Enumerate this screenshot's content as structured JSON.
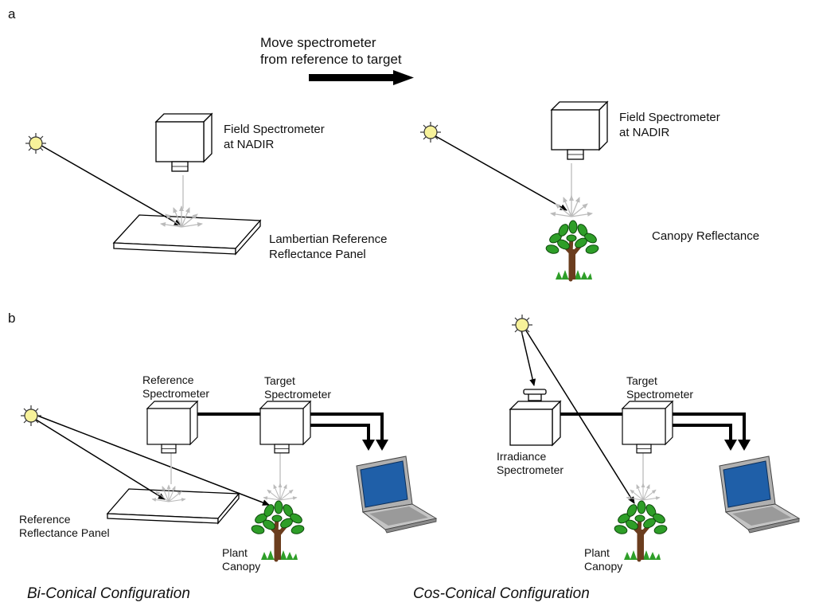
{
  "panel_a": {
    "tag": "a",
    "move_text": [
      "Move spectrometer",
      "from reference to target"
    ],
    "left_spectrometer": [
      "Field Spectrometer",
      "at NADIR"
    ],
    "right_spectrometer": [
      "Field Spectrometer",
      "at NADIR"
    ],
    "reference_panel": [
      "Lambertian Reference",
      "Reflectance Panel"
    ],
    "canopy": "Canopy Reflectance"
  },
  "panel_b": {
    "tag": "b",
    "left": {
      "reference_spectrometer": [
        "Reference",
        "Spectrometer"
      ],
      "target_spectrometer": [
        "Target",
        "Spectrometer"
      ],
      "reference_panel": [
        "Reference",
        "Reflectance Panel"
      ],
      "plant": [
        "Plant",
        "Canopy"
      ],
      "caption": "Bi-Conical Configuration"
    },
    "right": {
      "target_spectrometer": [
        "Target",
        "Spectrometer"
      ],
      "irradiance_spectrometer": [
        "Irradiance",
        "Spectrometer"
      ],
      "plant": [
        "Plant",
        "Canopy"
      ],
      "caption": "Cos-Conical Configuration"
    }
  },
  "colors": {
    "sun": "#f7f29a",
    "leaf": "#2e9e28",
    "trunk": "#6b3d1e",
    "laptop_screen": "#1f5fa8",
    "box": "#ffffff",
    "line": "#000000",
    "light_ray": "#c8c8c8"
  },
  "icons": [
    "sun-icon",
    "spectrometer-icon",
    "plant-icon",
    "laptop-icon",
    "reference-panel-icon"
  ]
}
